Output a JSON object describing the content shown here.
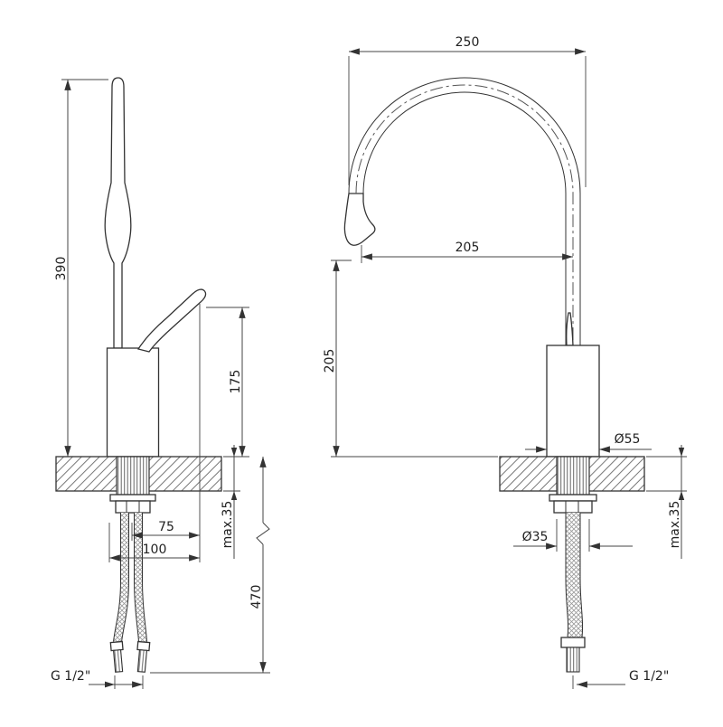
{
  "drawing": {
    "type": "technical installation drawing",
    "subject": "kitchen sink mixer faucet with flexible supply hoses",
    "views": {
      "side": {
        "name": "side view",
        "dims": {
          "total_height": "390",
          "body_height": "175",
          "deck_max": "max.35",
          "hose_length": "470",
          "offset_small": "75",
          "offset_large": "100",
          "thread": "G 1/2\""
        }
      },
      "front": {
        "name": "front view",
        "dims": {
          "overall_width": "250",
          "spout_reach": "205",
          "spout_height": "205",
          "body_diameter": "Ø55",
          "shank_diameter": "Ø35",
          "deck_max": "max.35",
          "thread": "G 1/2\""
        }
      }
    },
    "colors": {
      "line": "#333333",
      "text": "#222222",
      "hatch": "#777777",
      "background": "#ffffff"
    }
  }
}
